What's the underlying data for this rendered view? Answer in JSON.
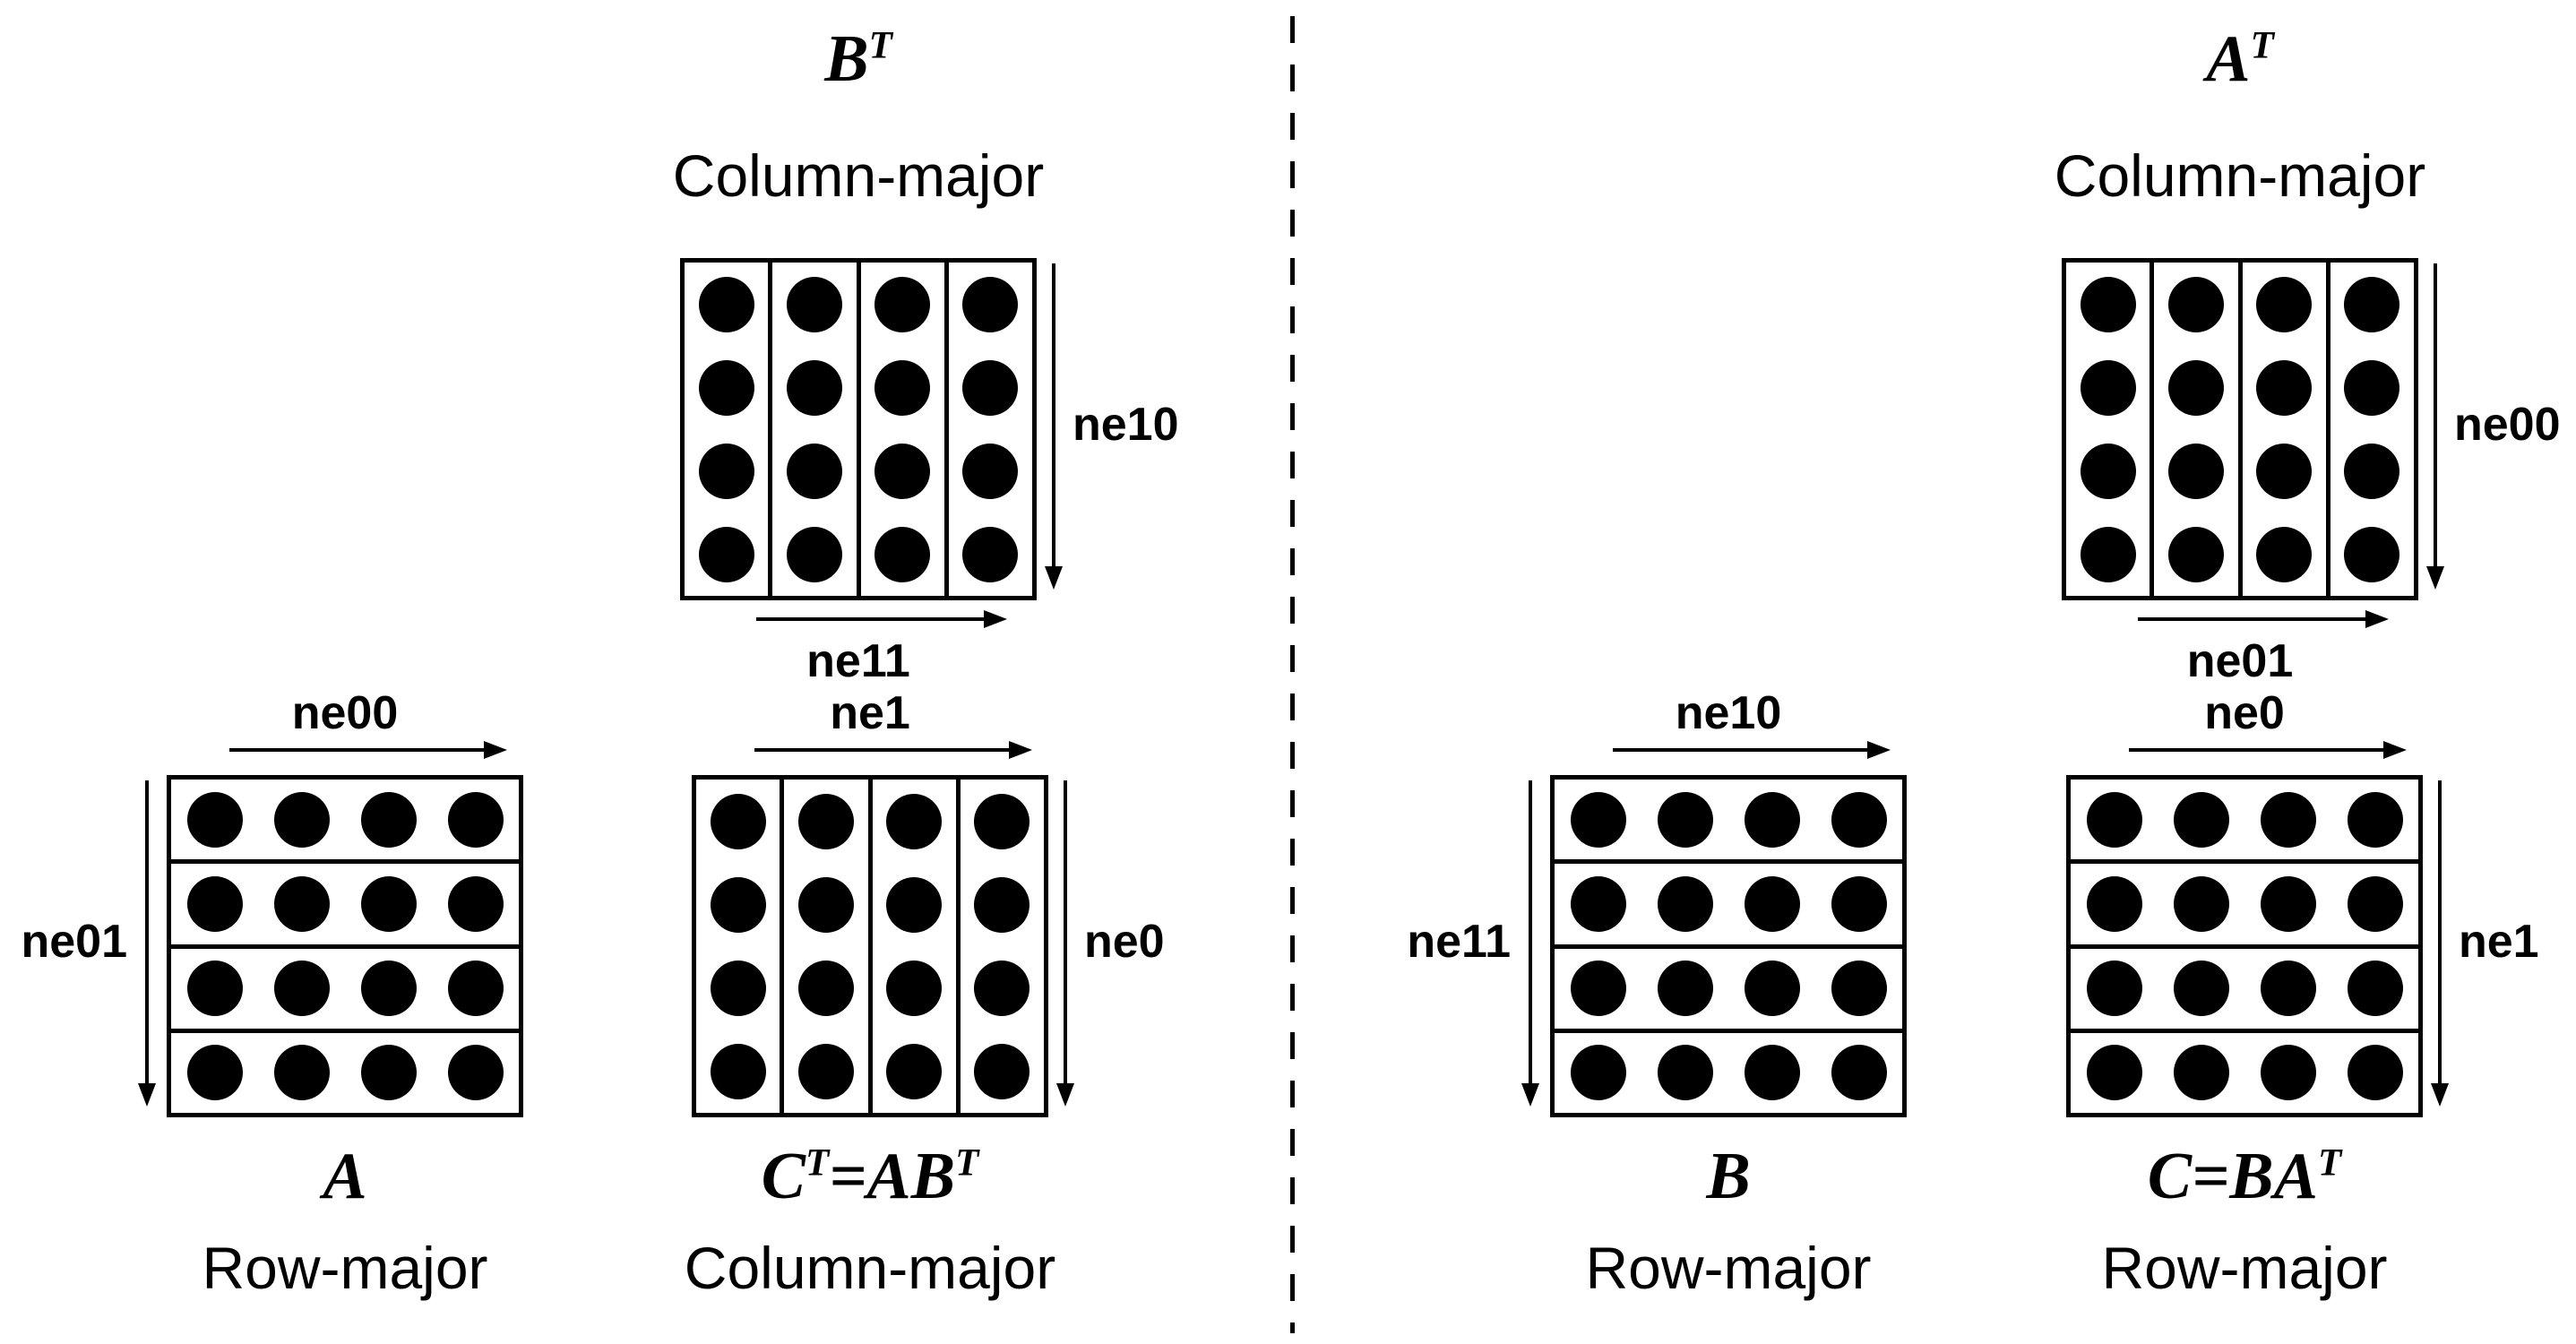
{
  "colors": {
    "ink": "#000000",
    "background": "#ffffff"
  },
  "grid": {
    "rows": 4,
    "cols": 4
  },
  "matrices": {
    "b_t": {
      "title_segments": [
        {
          "t": "B"
        },
        {
          "t": "T",
          "sup": true
        }
      ],
      "subtitle": "Column-major",
      "right_label": "ne10",
      "bottom_label": "ne11"
    },
    "a": {
      "title_segments": [
        {
          "t": "A"
        }
      ],
      "subtitle": "Row-major",
      "top_label": "ne00",
      "left_label": "ne01"
    },
    "c_t": {
      "title_segments": [
        {
          "t": "C"
        },
        {
          "t": "T",
          "sup": true
        },
        {
          "t": "=AB"
        },
        {
          "t": "T",
          "sup": true
        }
      ],
      "subtitle": "Column-major",
      "top_label": "ne1",
      "right_label": "ne0"
    },
    "b": {
      "title_segments": [
        {
          "t": "B"
        }
      ],
      "subtitle": "Row-major",
      "top_label": "ne10",
      "left_label": "ne11"
    },
    "a_t": {
      "title_segments": [
        {
          "t": "A"
        },
        {
          "t": "T",
          "sup": true
        }
      ],
      "subtitle": "Column-major",
      "right_label": "ne00",
      "bottom_label": "ne01"
    },
    "c": {
      "title_segments": [
        {
          "t": "C=BA"
        },
        {
          "t": "T",
          "sup": true
        }
      ],
      "subtitle": "Row-major",
      "top_label": "ne0",
      "right_label": "ne1"
    }
  }
}
